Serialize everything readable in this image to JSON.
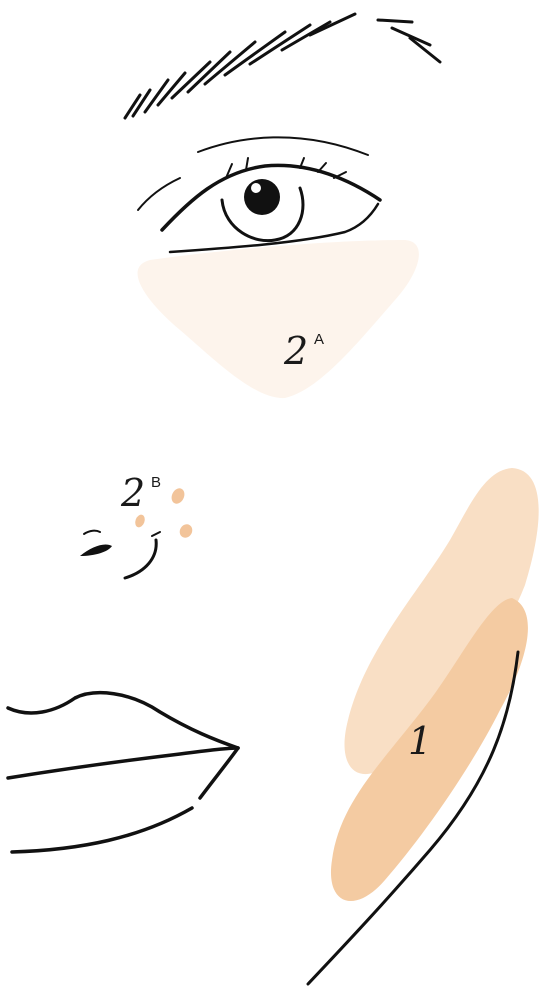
{
  "labels": {
    "area_1": {
      "number": "1"
    },
    "area_2a": {
      "number": "2",
      "suffix": "A"
    },
    "area_2b": {
      "number": "2",
      "suffix": "B"
    }
  },
  "colors": {
    "paper": "#ffffff",
    "undereye_tint": "#fdf5ee",
    "cheek_light": "#f9ddc2",
    "cheek_deep": "#f4c9a0",
    "nose_dots": "#f2c49a",
    "ink": "#111111"
  },
  "icons": [
    "eyebrow-icon",
    "eye-icon",
    "nose-icon",
    "lips-icon",
    "jawline-icon"
  ]
}
